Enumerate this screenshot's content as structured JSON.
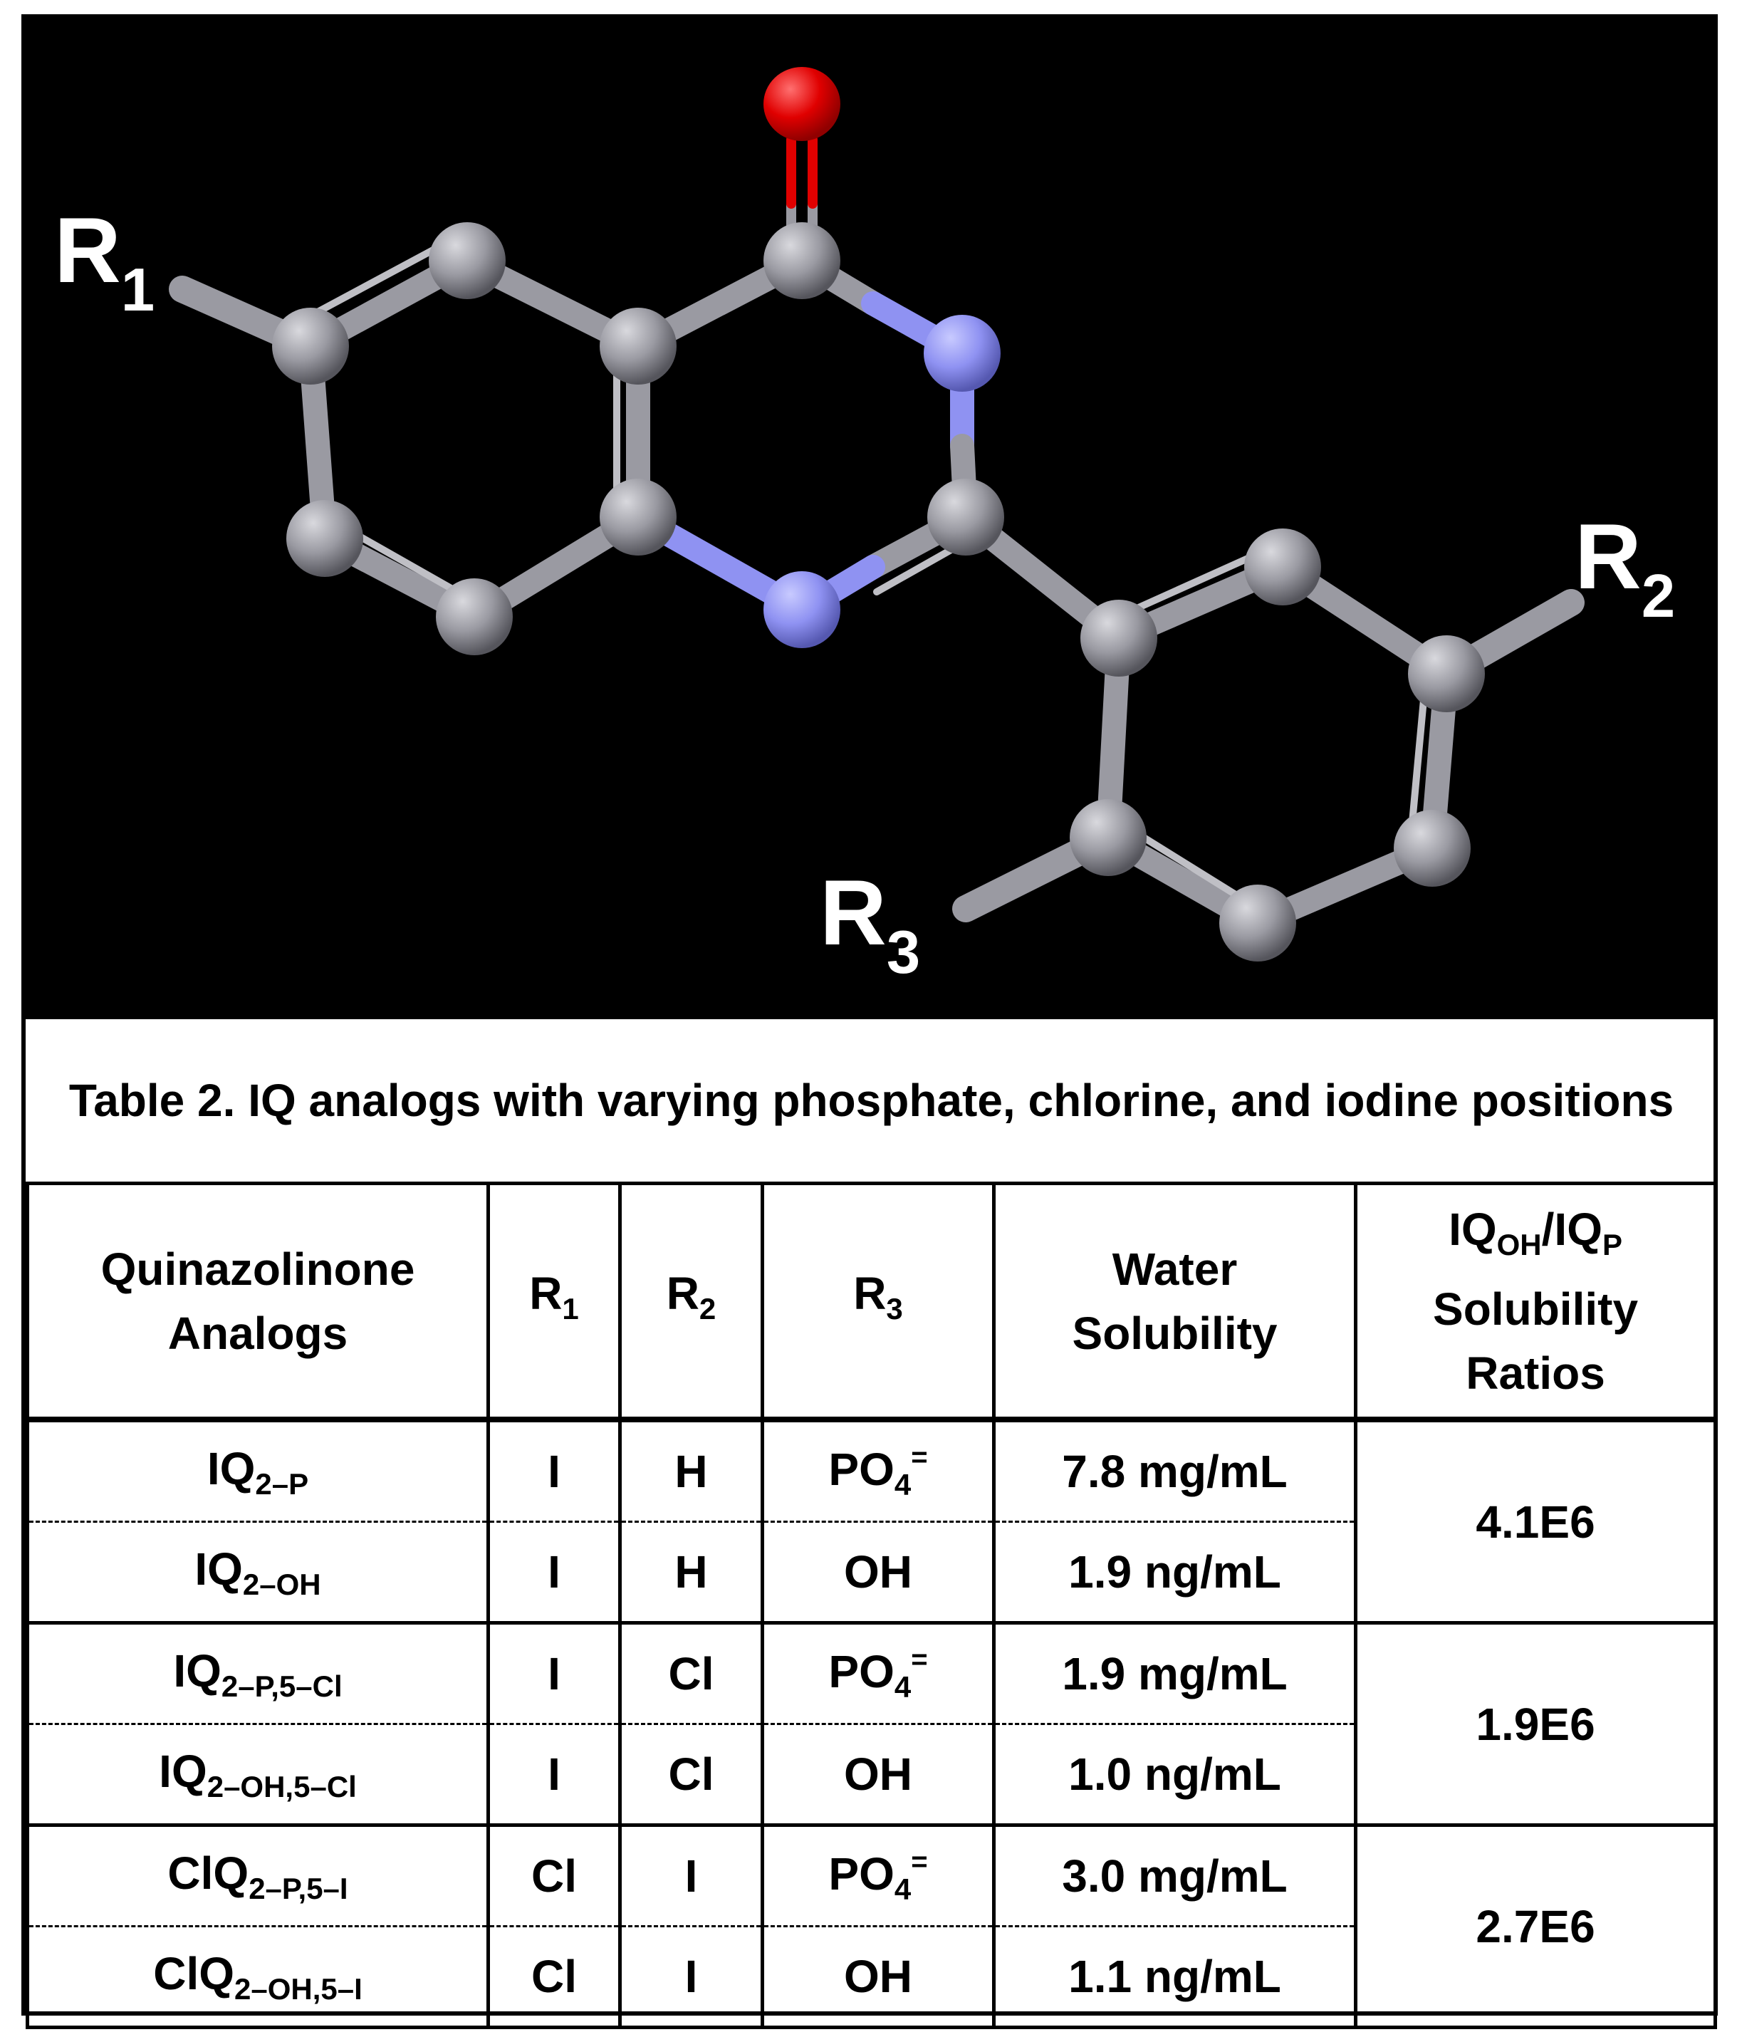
{
  "molecule": {
    "labels": [
      {
        "base": "R",
        "sub": "1"
      },
      {
        "base": "R",
        "sub": "2"
      },
      {
        "base": "R",
        "sub": "3"
      }
    ],
    "colors": {
      "background": "#000000",
      "carbon": "#9a9aa2",
      "nitrogen": "#8f92f2",
      "oxygen": "#e00000",
      "label": "#ffffff"
    }
  },
  "table": {
    "caption": "Table 2. IQ analogs with varying phosphate, chlorine, and iodine positions",
    "headers": {
      "analogs_line1": "Quinazolinone",
      "analogs_line2": "Analogs",
      "r1": {
        "base": "R",
        "sub": "1"
      },
      "r2": {
        "base": "R",
        "sub": "2"
      },
      "r3": {
        "base": "R",
        "sub": "3"
      },
      "water_line1": "Water",
      "water_line2": "Solubility",
      "ratio_line1": {
        "a": "IQ",
        "a_sub": "OH",
        "sep": "/",
        "b": "IQ",
        "b_sub": "P"
      },
      "ratio_line2": "Solubility",
      "ratio_line3": "Ratios"
    },
    "rows": [
      {
        "analog": "IQ",
        "analog_sub": "2–P",
        "r1": "I",
        "r2": "H",
        "r3": "PO",
        "r3_sub": "4",
        "r3_sup": "=",
        "solubility": "7.8 mg/mL",
        "ratio": "4.1E6"
      },
      {
        "analog": "IQ",
        "analog_sub": "2–OH",
        "r1": "I",
        "r2": "H",
        "r3": "OH",
        "r3_sub": "",
        "r3_sup": "",
        "solubility": "1.9 ng/mL"
      },
      {
        "analog": "IQ",
        "analog_sub": "2–P,5–Cl",
        "r1": "I",
        "r2": "Cl",
        "r3": "PO",
        "r3_sub": "4",
        "r3_sup": "=",
        "solubility": "1.9 mg/mL",
        "ratio": "1.9E6"
      },
      {
        "analog": "IQ",
        "analog_sub": "2–OH,5–Cl",
        "r1": "I",
        "r2": "Cl",
        "r3": "OH",
        "r3_sub": "",
        "r3_sup": "",
        "solubility": "1.0 ng/mL"
      },
      {
        "analog": "ClQ",
        "analog_sub": "2–P,5–I",
        "r1": "Cl",
        "r2": "I",
        "r3": "PO",
        "r3_sub": "4",
        "r3_sup": "=",
        "solubility": "3.0 mg/mL",
        "ratio": "2.7E6"
      },
      {
        "analog": "ClQ",
        "analog_sub": "2–OH,5–I",
        "r1": "Cl",
        "r2": "I",
        "r3": "OH",
        "r3_sub": "",
        "r3_sup": "",
        "solubility": "1.1 ng/mL"
      }
    ]
  }
}
